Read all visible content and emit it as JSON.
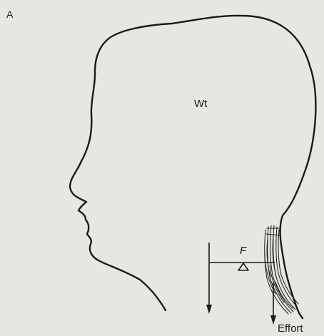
{
  "figure": {
    "panel_label": "A",
    "weight_label": "Wt",
    "fulcrum_label": "F",
    "effort_label": "Effort"
  },
  "colors": {
    "background": "#e6e6e3",
    "ink": "#1a1a1a"
  }
}
